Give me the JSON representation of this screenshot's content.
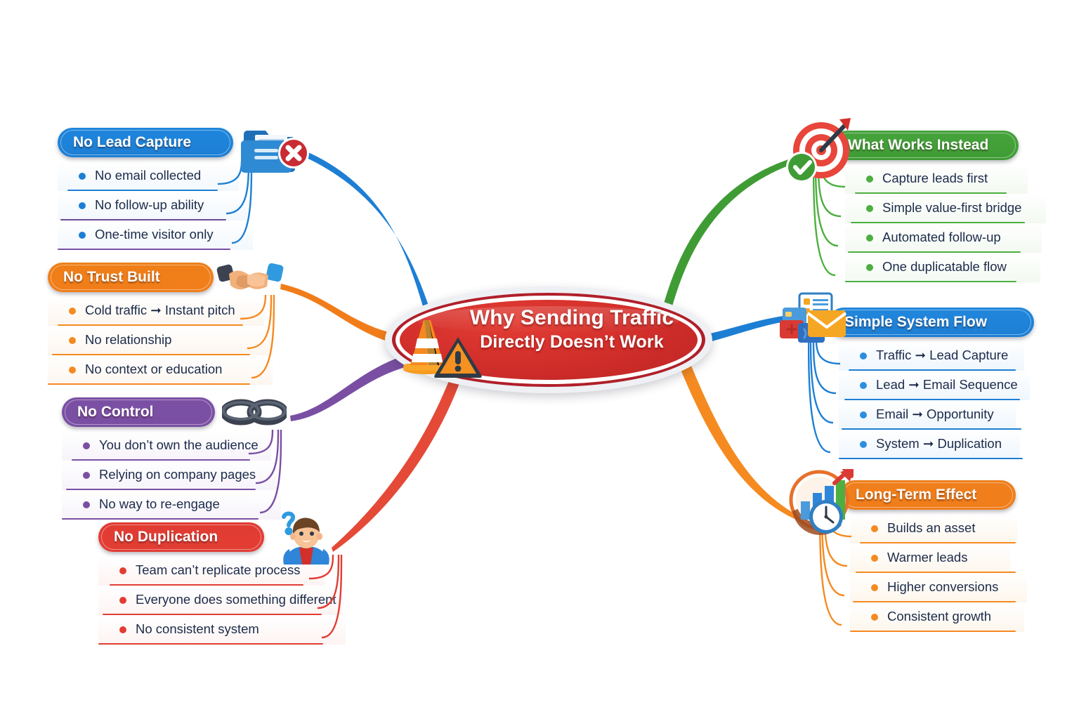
{
  "center": {
    "line1": "Why Sending Traffic",
    "line2": "Directly Doesn’t Work",
    "color": "#d32f2b",
    "icons": [
      "traffic-cone-icon",
      "warning-triangle-icon"
    ]
  },
  "branches": [
    {
      "id": "no-lead-capture",
      "side": "left",
      "title": "No Lead Capture",
      "color": "#1d7fd4",
      "header_fill": "#1f86dd",
      "bullet": "#1d7fd4",
      "tint": "#f2f8fd",
      "icon": "folder-x-icon",
      "items": [
        "No email collected",
        "No follow-up ability",
        "One-time visitor only"
      ]
    },
    {
      "id": "no-trust-built",
      "side": "left",
      "title": "No Trust Built",
      "color": "#f07d1a",
      "header_fill": "#ef7f18",
      "bullet": "#f58a20",
      "tint": "#fdf6ef",
      "icon": "handshake-icon",
      "items": [
        "Cold traffic ➞ Instant pitch",
        "No relationship",
        "No context or education"
      ]
    },
    {
      "id": "no-control",
      "side": "left",
      "title": "No Control",
      "color": "#7a4fa3",
      "header_fill": "#7b50a4",
      "bullet": "#7a4fa3",
      "tint": "#f6f3fa",
      "icon": "chain-link-icon",
      "items": [
        "You don’t own the audience",
        "Relying on company pages",
        "No way to re-engage"
      ]
    },
    {
      "id": "no-duplication",
      "side": "left",
      "title": "No Duplication",
      "color": "#e23d33",
      "header_fill": "#e13c33",
      "bullet": "#e23d33",
      "tint": "#fdf4f3",
      "icon": "confused-person-icon",
      "items": [
        "Team can’t replicate process",
        "Everyone does something different",
        "No consistent system"
      ]
    },
    {
      "id": "what-works-instead",
      "side": "right",
      "title": "What Works Instead",
      "color": "#3f9c35",
      "header_fill": "#47a33c",
      "bullet": "#4caf3f",
      "tint": "#f3f9f1",
      "icon": "target-check-icon",
      "items": [
        "Capture leads first",
        "Simple value-first bridge",
        "Automated follow-up",
        "One duplicatable flow"
      ]
    },
    {
      "id": "simple-system-flow",
      "side": "right",
      "title": "Simple System Flow",
      "color": "#1d7fd4",
      "header_fill": "#2187dd",
      "bullet": "#2d8ee0",
      "tint": "#eef6fd",
      "icon": "email-documents-icon",
      "items": [
        "Traffic ➞ Lead Capture",
        "Lead ➞ Email Sequence",
        "Email ➞ Opportunity",
        "System ➞ Duplication"
      ]
    },
    {
      "id": "long-term-effect",
      "side": "right",
      "title": "Long-Term Effect",
      "color": "#f07d1a",
      "header_fill": "#ef7f1c",
      "bullet": "#f58a20",
      "tint": "#fdf6ec",
      "icon": "growth-chart-clock-icon",
      "items": [
        "Builds an asset",
        "Warmer leads",
        "Higher conversions",
        "Consistent growth"
      ]
    }
  ]
}
